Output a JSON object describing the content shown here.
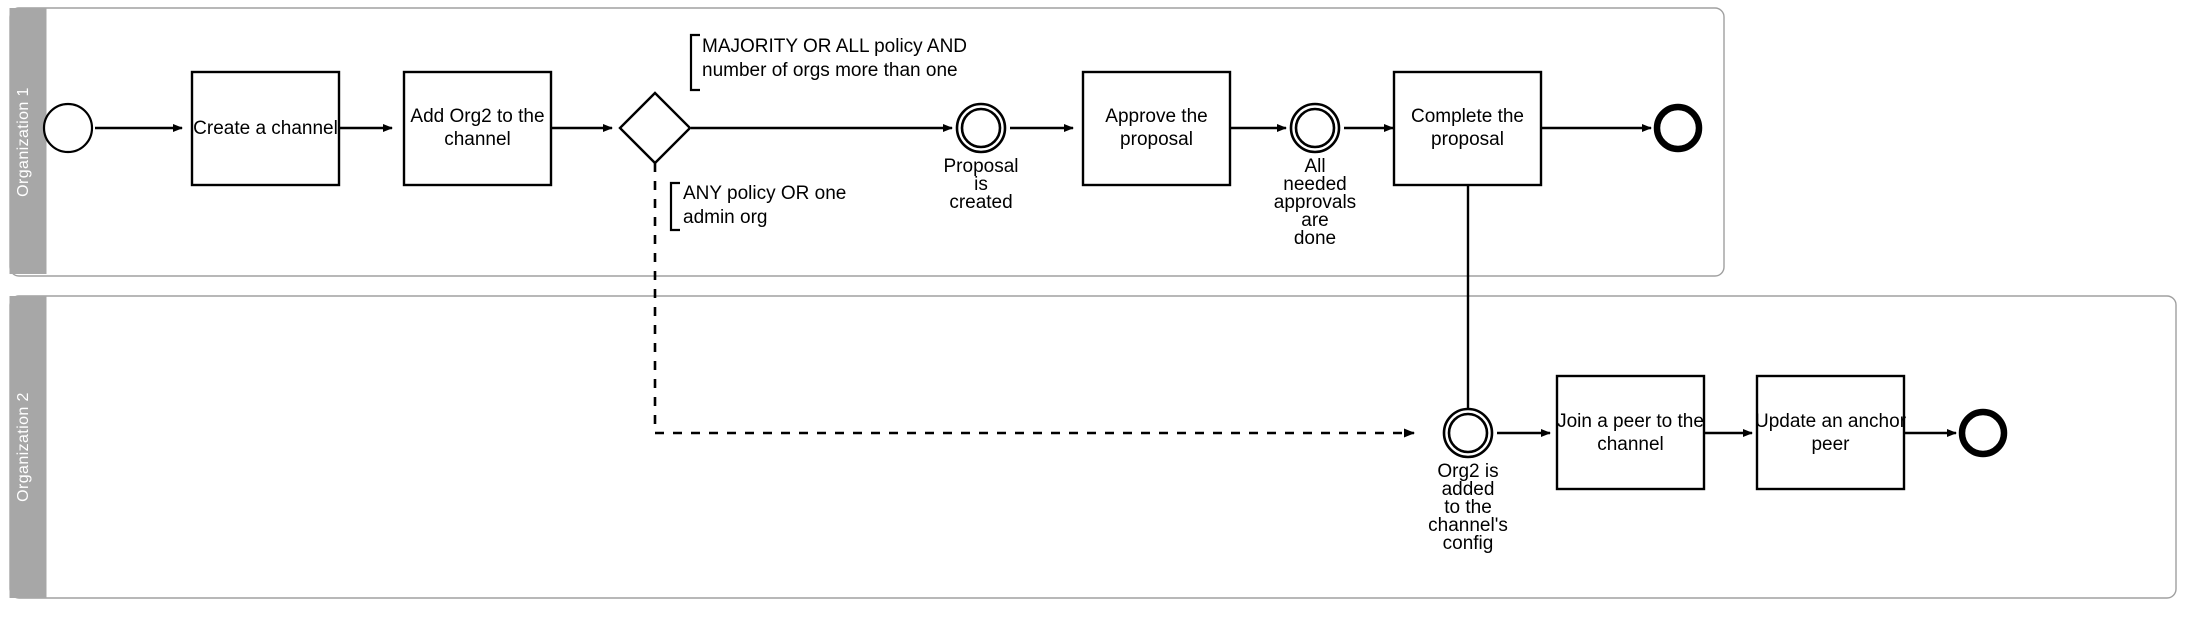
{
  "diagram": {
    "type": "bpmn-collaboration",
    "title": "Hyperledger Fabric add-organization channel flow",
    "colors": {
      "lane_header_fill": "#a7a7a7",
      "lane_header_text": "#ffffff",
      "pool_border": "#a0a0a0",
      "shape_stroke": "#000000",
      "shape_fill": "#ffffff"
    }
  },
  "pools": [
    {
      "id": "org1",
      "label": "Organization 1",
      "elements": {
        "start_event": {
          "name": "start-event",
          "label": ""
        },
        "tasks": [
          {
            "id": "create-channel",
            "label": "Create a channel"
          },
          {
            "id": "add-org2",
            "label": "Add Org2 to the channel"
          },
          {
            "id": "approve-proposal",
            "label": "Approve the proposal"
          },
          {
            "id": "complete-proposal",
            "label": "Complete the proposal"
          }
        ],
        "gateway": {
          "id": "policy-gateway",
          "label": "",
          "type": "exclusive"
        },
        "intermediate_events": [
          {
            "id": "proposal-created",
            "label": "Proposal is created"
          },
          {
            "id": "approvals-done",
            "label": "All needed approvals are done"
          }
        ],
        "end_event": {
          "id": "org1-end",
          "label": ""
        },
        "annotations": [
          {
            "id": "majority-policy",
            "text": "MAJORITY OR ALL policy AND number of orgs more than one"
          },
          {
            "id": "any-policy",
            "text": "ANY policy OR one admin org"
          }
        ]
      }
    },
    {
      "id": "org2",
      "label": "Organization 2",
      "elements": {
        "tasks": [
          {
            "id": "join-peer",
            "label": "Join a peer to the channel"
          },
          {
            "id": "update-anchor-peer",
            "label": "Update an anchor peer"
          }
        ],
        "intermediate_events": [
          {
            "id": "org2-added",
            "label": "Org2 is added to the channel's config"
          }
        ],
        "end_event": {
          "id": "org2-end",
          "label": ""
        }
      }
    }
  ],
  "labels": {
    "create_channel": "Create a channel",
    "add_org2_line1": "Add Org2 to the",
    "add_org2_line2": "channel",
    "approve_line1": "Approve the",
    "approve_line2": "proposal",
    "complete_line1": "Complete the",
    "complete_line2": "proposal",
    "join_peer_line1": "Join a peer to the",
    "join_peer_line2": "channel",
    "update_anchor_line1": "Update an anchor",
    "update_anchor_line2": "peer",
    "proposal_l1": "Proposal",
    "proposal_l2": "is",
    "proposal_l3": "created",
    "approvals_l1": "All",
    "approvals_l2": "needed",
    "approvals_l3": "approvals",
    "approvals_l4": "are",
    "approvals_l5": "done",
    "org2added_l1": "Org2 is",
    "org2added_l2": "added",
    "org2added_l3": "to the",
    "org2added_l4": "channel's",
    "org2added_l5": "config",
    "ann_majority_l1": "MAJORITY OR ALL policy AND",
    "ann_majority_l2": "number of orgs more than one",
    "ann_any_l1": "ANY policy OR one",
    "ann_any_l2": "admin org",
    "lane1": "Organization 1",
    "lane2": "Organization 2"
  }
}
